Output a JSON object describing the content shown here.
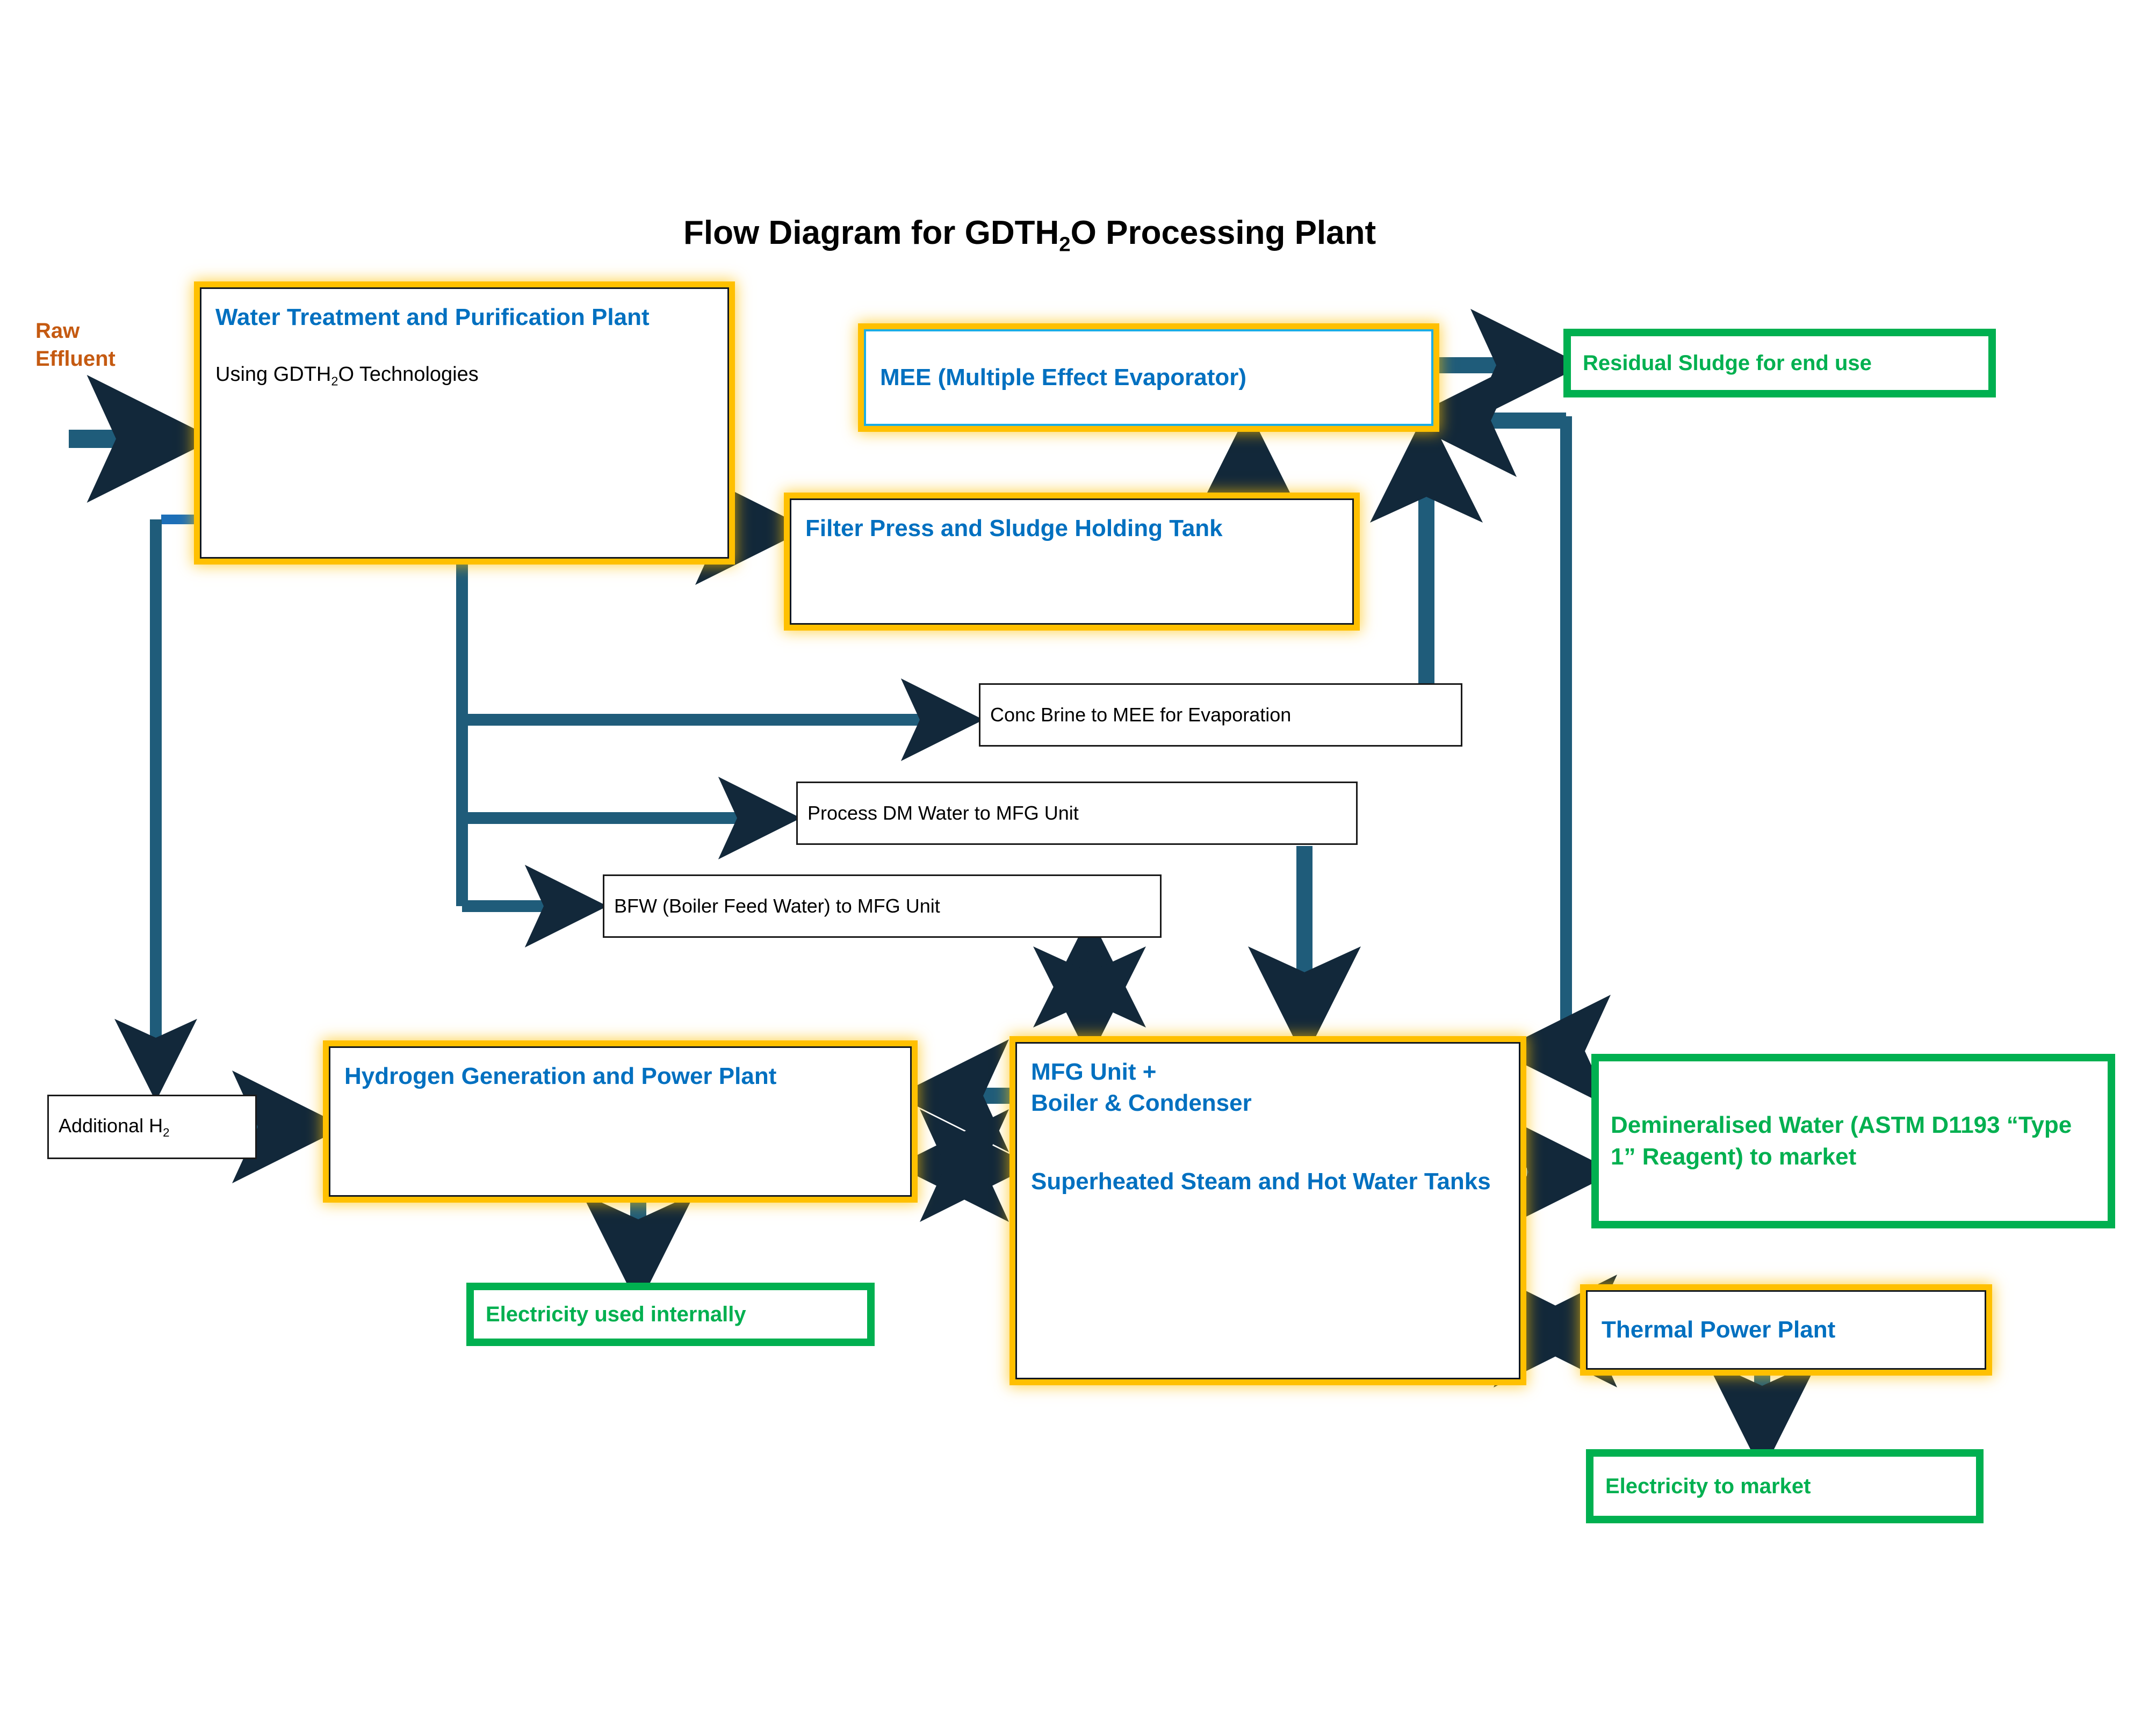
{
  "title": {
    "prefix": "Flow Diagram for GDTH",
    "sub": "2",
    "suffix": "O Processing Plant"
  },
  "labels": {
    "raw_effluent": "Raw\nEffluent"
  },
  "boxes": {
    "water_treatment": {
      "heading": "Water Treatment and Purification Plant",
      "sub_prefix": "Using GDTH",
      "sub_sub": "2",
      "sub_suffix": "O Technologies"
    },
    "mee": {
      "text": "MEE (Multiple Effect Evaporator)"
    },
    "residual_sludge": {
      "text": "Residual Sludge for end use"
    },
    "filter_press": {
      "text": "Filter Press and Sludge Holding Tank"
    },
    "conc_brine": {
      "text": "Conc Brine to MEE for Evaporation"
    },
    "process_dm": {
      "text": "Process DM Water to MFG Unit"
    },
    "bfw": {
      "text": "BFW (Boiler Feed Water) to MFG Unit"
    },
    "additional_h2": {
      "prefix": "Additional H",
      "sub": "2",
      "suffix": ""
    },
    "hydrogen_plant": {
      "text": "Hydrogen Generation and Power Plant"
    },
    "mfg_unit": {
      "line1": "MFG Unit +",
      "line2": "Boiler & Condenser",
      "line3": "Superheated Steam  and Hot Water Tanks"
    },
    "demin_water": {
      "text": "Demineralised Water (ASTM D1193 “Type 1” Reagent) to market"
    },
    "thermal_power": {
      "text": "Thermal Power Plant"
    },
    "electricity_internal": {
      "text": "Electricity used internally"
    },
    "electricity_market": {
      "text": "Electricity to market"
    }
  },
  "colors": {
    "process_border": "#FFC000",
    "output_border": "#00B050",
    "heading_blue": "#0070C0",
    "output_green": "#00B050",
    "raw_effluent_orange": "#C55A11",
    "connector": "#1F5C7A",
    "connector_dark": "#12283A",
    "mee_inner_border": "#1CADE4",
    "background": "#FFFFFF"
  },
  "flows": [
    {
      "from": "raw-effluent",
      "to": "water-treatment",
      "style": "arrow"
    },
    {
      "from": "water-treatment",
      "to": "filter-press",
      "style": "arrow"
    },
    {
      "from": "water-treatment",
      "to": "conc-brine",
      "style": "arrow"
    },
    {
      "from": "water-treatment",
      "to": "process-dm",
      "style": "arrow"
    },
    {
      "from": "water-treatment",
      "to": "bfw",
      "style": "arrow"
    },
    {
      "from": "water-treatment",
      "to": "additional-h2",
      "style": "arrow"
    },
    {
      "from": "filter-press",
      "to": "mee",
      "style": "arrow"
    },
    {
      "from": "conc-brine",
      "to": "mee",
      "style": "arrow"
    },
    {
      "from": "mee",
      "to": "residual-sludge",
      "style": "arrow"
    },
    {
      "from": "mee",
      "to": "mfg-unit",
      "style": "double-arrow"
    },
    {
      "from": "additional-h2",
      "to": "hydrogen-plant",
      "style": "arrow"
    },
    {
      "from": "mfg-unit",
      "to": "hydrogen-plant",
      "style": "arrow"
    },
    {
      "from": "hydrogen-plant",
      "to": "mfg-unit",
      "style": "double-arrow"
    },
    {
      "from": "hydrogen-plant",
      "to": "electricity-internal",
      "style": "arrow"
    },
    {
      "from": "bfw",
      "to": "mfg-unit",
      "style": "double-arrow"
    },
    {
      "from": "process-dm",
      "to": "mfg-unit",
      "style": "arrow"
    },
    {
      "from": "mfg-unit",
      "to": "demin-water",
      "style": "arrow"
    },
    {
      "from": "mfg-unit",
      "to": "thermal-power",
      "style": "double-arrow"
    },
    {
      "from": "thermal-power",
      "to": "electricity-market",
      "style": "arrow"
    }
  ]
}
